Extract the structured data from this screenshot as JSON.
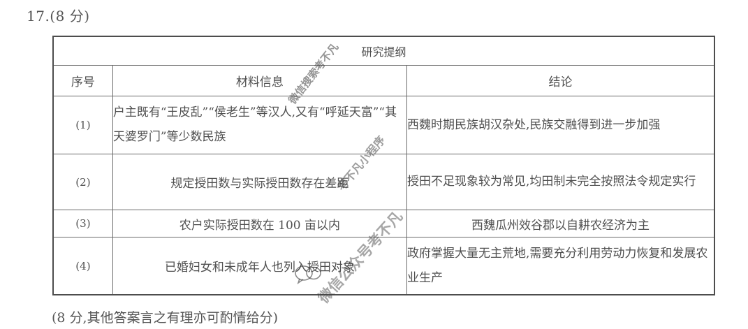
{
  "question": {
    "number_label": "17.(8 分)"
  },
  "table": {
    "title": "研究提纲",
    "headers": {
      "index": "序号",
      "material": "材料信息",
      "conclusion": "结论"
    },
    "rows": [
      {
        "index": "(1)",
        "material": "户主既有“王皮乱”“侯老生”等汉人,又有“呼延天富”“其天婆罗门”等少数民族",
        "conclusion": "西魏时期民族胡汉杂处,民族交融得到进一步加强"
      },
      {
        "index": "(2)",
        "material": "规定授田数与实际授田数存在差距",
        "conclusion": "授田不足现象较为常见,均田制未完全按照法令规定实行"
      },
      {
        "index": "(3)",
        "material": "农户实际授田数在 100 亩以内",
        "conclusion": "西魏瓜州效谷郡以自耕农经济为主"
      },
      {
        "index": "(4)",
        "material": "已婚妇女和未成年人也列入授田对象",
        "conclusion": "政府掌握大量无主荒地,需要充分利用劳动力恢复和发展农业生产"
      }
    ]
  },
  "footnote": "(8 分,其他答案言之有理亦可酌情给分)",
  "watermarks": {
    "w1": "微信搜索考不凡",
    "w2": "微信公众号考不凡",
    "w3": "考不凡小程序"
  }
}
